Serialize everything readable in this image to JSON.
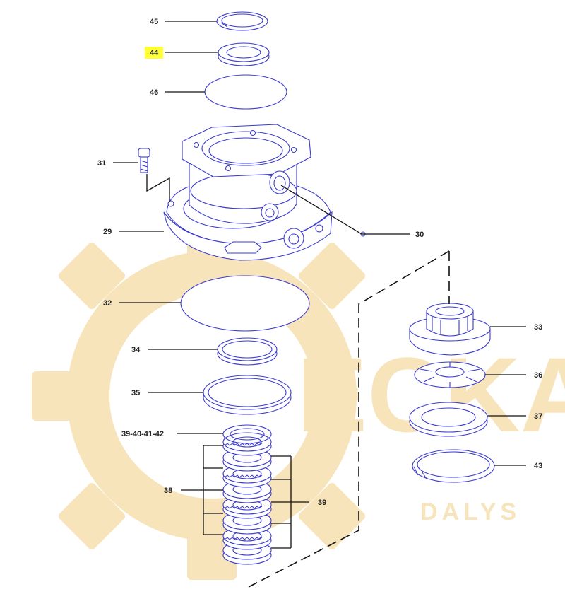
{
  "watermark": {
    "brand": "ECKA",
    "sub": "DALYS",
    "color": "#f6dfae"
  },
  "highlight_color": "#ffff33",
  "line_color": "#3a3ad0",
  "callouts": {
    "p45": "45",
    "p44": "44",
    "p46": "46",
    "p31": "31",
    "p29": "29",
    "p30": "30",
    "p32": "32",
    "p33": "33",
    "p34": "34",
    "p36": "36",
    "p35": "35",
    "p37": "37",
    "p39_42": "39-40-41-42",
    "p43": "43",
    "p38": "38",
    "p39": "39"
  },
  "highlighted_callout": "44"
}
